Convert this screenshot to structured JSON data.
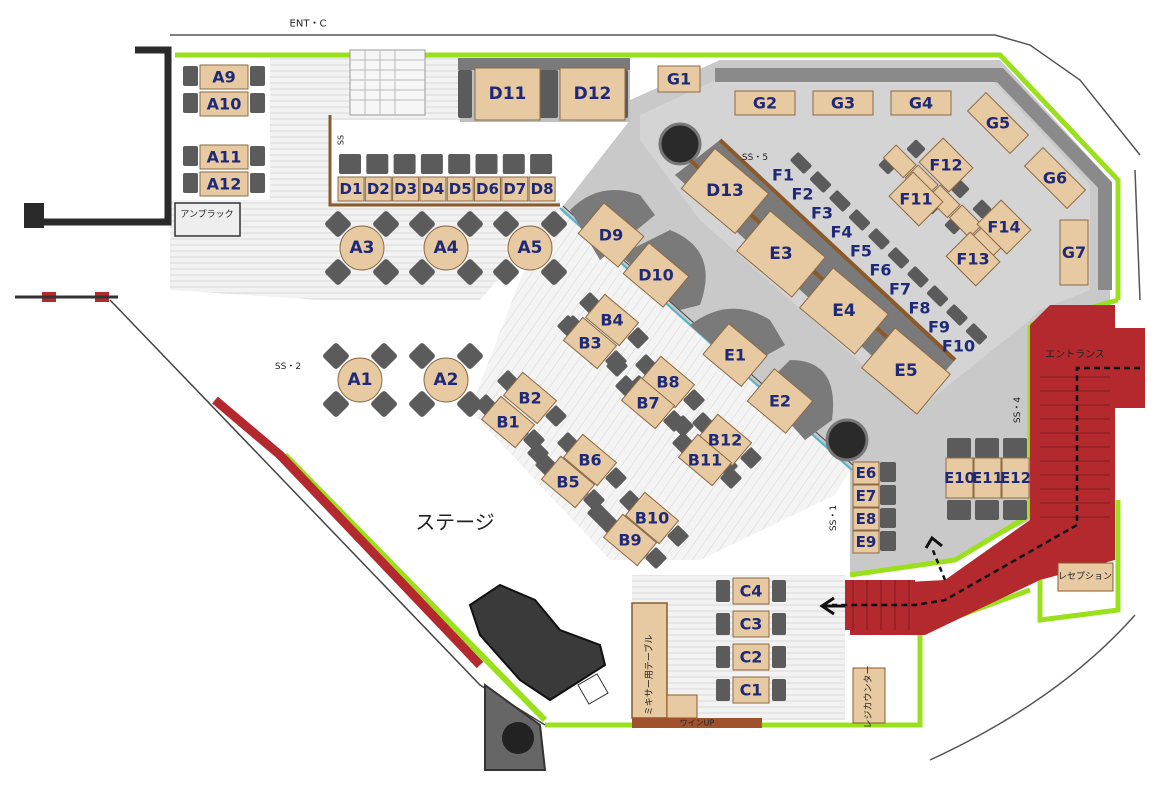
{
  "labels": {
    "ent_c": "ENT・C",
    "amp_rack": "アンプラック",
    "stage": "ステージ",
    "entrance": "エントランス",
    "reception": "レセプション",
    "mixer_table": "ミキサー用テーブル",
    "register_counter": "レジカウンター",
    "wine_up": "ワインUP",
    "ss": "SS",
    "ss1": "SS・1",
    "ss2": "SS・2",
    "ss4": "SS・4",
    "ss5": "SS・5"
  },
  "tables": {
    "A9": "A9",
    "A10": "A10",
    "A11": "A11",
    "A12": "A12",
    "A1": "A1",
    "A2": "A2",
    "A3": "A3",
    "A4": "A4",
    "A5": "A5",
    "D1": "D1",
    "D2": "D2",
    "D3": "D3",
    "D4": "D4",
    "D5": "D5",
    "D6": "D6",
    "D7": "D7",
    "D8": "D8",
    "D9": "D9",
    "D10": "D10",
    "D11": "D11",
    "D12": "D12",
    "D13": "D13",
    "G1": "G1",
    "G2": "G2",
    "G3": "G3",
    "G4": "G4",
    "G5": "G5",
    "G6": "G6",
    "G7": "G7",
    "F1": "F1",
    "F2": "F2",
    "F3": "F3",
    "F4": "F4",
    "F5": "F5",
    "F6": "F6",
    "F7": "F7",
    "F8": "F8",
    "F9": "F9",
    "F10": "F10",
    "F11": "F11",
    "F12": "F12",
    "F13": "F13",
    "F14": "F14",
    "E1": "E1",
    "E2": "E2",
    "E3": "E3",
    "E4": "E4",
    "E5": "E5",
    "E6": "E6",
    "E7": "E7",
    "E8": "E8",
    "E9": "E9",
    "E10": "E10",
    "E11": "E11",
    "E12": "E12",
    "B1": "B1",
    "B2": "B2",
    "B3": "B3",
    "B4": "B4",
    "B5": "B5",
    "B6": "B6",
    "B7": "B7",
    "B8": "B8",
    "B9": "B9",
    "B10": "B10",
    "B11": "B11",
    "B12": "B12",
    "C1": "C1",
    "C2": "C2",
    "C3": "C3",
    "C4": "C4"
  },
  "colors": {
    "table": "#e7c9a2",
    "chair": "#5b5b5b",
    "sofa": "#7a7a7a",
    "floor_gray": "#c8c8c8",
    "floor_light": "#e3e3e3",
    "wall_green": "#9be01c",
    "carpet_red": "#b3292e",
    "label_blue": "#1e2a78"
  },
  "icons": {
    "exit_arrow": "arrow-left-icon",
    "entry_arrow": "arrow-up-icon",
    "piano": "piano-icon",
    "pillar": "pillar-icon"
  }
}
